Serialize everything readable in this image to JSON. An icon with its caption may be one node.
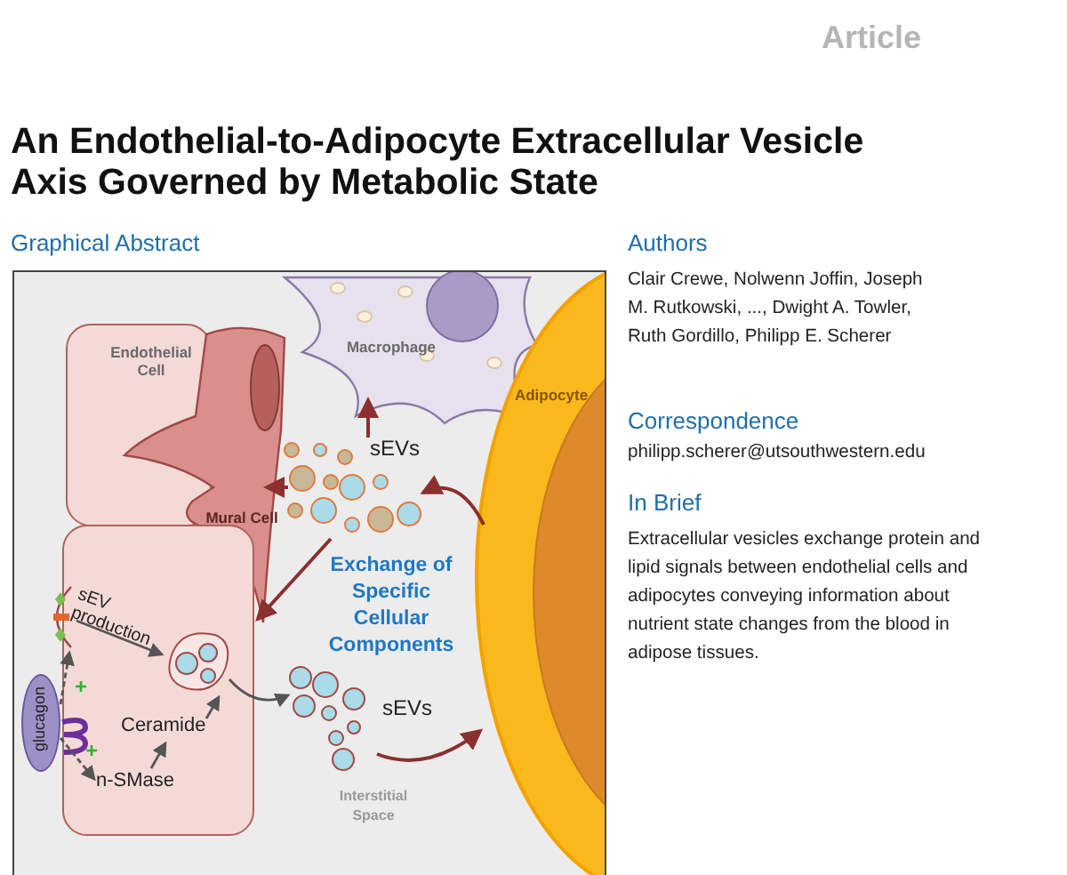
{
  "diagram": {
    "title": "An Endothelial-to-Adipocyte Extracellular Vesicle Axis Governed by Metabolic State",
    "nodes": [
      {
        "text": [
          "Endothelial Cell"
        ]
      },
      {
        "text": [
          "Mural Cell"
        ]
      },
      {
        "text": [
          "Macrophage"
        ]
      },
      {
        "text": [
          "Adipocyte"
        ]
      },
      {
        "text": [
          "sEVs"
        ]
      },
      {
        "text": [],
        "shape": "box"
      },
      {
        "text": [
          "glucagon"
        ]
      },
      {
        "text": [],
        "shape": "picture"
      },
      {
        "text": [],
        "shape": "picture",
        "in": 5
      },
      {
        "text": [
          "Ceramide"
        ],
        "in": 5
      },
      {
        "text": [
          "n-SMase"
        ],
        "in": 5
      },
      {
        "text": [
          "sEVs"
        ]
      }
    ],
    "edges": [
      {
        "from": 3,
        "to": 4,
        "arrow": "to",
        "color": "#8b2f2f"
      },
      {
        "from": 4,
        "to": 2,
        "arrow": "to",
        "color": "#8b2f2f"
      },
      {
        "from": 4,
        "to": 1,
        "arrow": "to",
        "color": "#8b2f2f"
      },
      {
        "from": 4,
        "to": 5,
        "arrow": "to",
        "color": "#8b2f2f"
      },
      {
        "from": 6,
        "to": 7,
        "arrow": "to",
        "style": "dashed",
        "label": "+"
      },
      {
        "from": 6,
        "to": 10,
        "arrow": "to",
        "style": "dashed",
        "label": "+"
      },
      {
        "from": 10,
        "to": 9,
        "arrow": "to"
      },
      {
        "from": 9,
        "to": 8,
        "arrow": "to"
      },
      {
        "from": 7,
        "to": 8,
        "arrow": "to",
        "label": "sEV production"
      },
      {
        "from": 8,
        "to": 11,
        "arrow": "to"
      },
      {
        "from": 11,
        "to": 3,
        "arrow": "to",
        "color": "#8b2f2f"
      }
    ],
    "labels": [
      "Article",
      "Graphical Abstract",
      "Exchange of Specific Cellular Components",
      "Interstitial Space",
      "Authors",
      "Clair Crewe, Nolwenn Joffin, Joseph M. Rutkowski, ..., Dwight A. Towler, Ruth Gordillo, Philipp E. Scherer",
      "Correspondence",
      "philipp.scherer@utsouthwestern.edu",
      "In Brief",
      "Extracellular vesicles exchange protein and lipid signals between endothelial cells and adipocytes conveying information about nutrient state changes from the blood in adipose tissues."
    ]
  }
}
